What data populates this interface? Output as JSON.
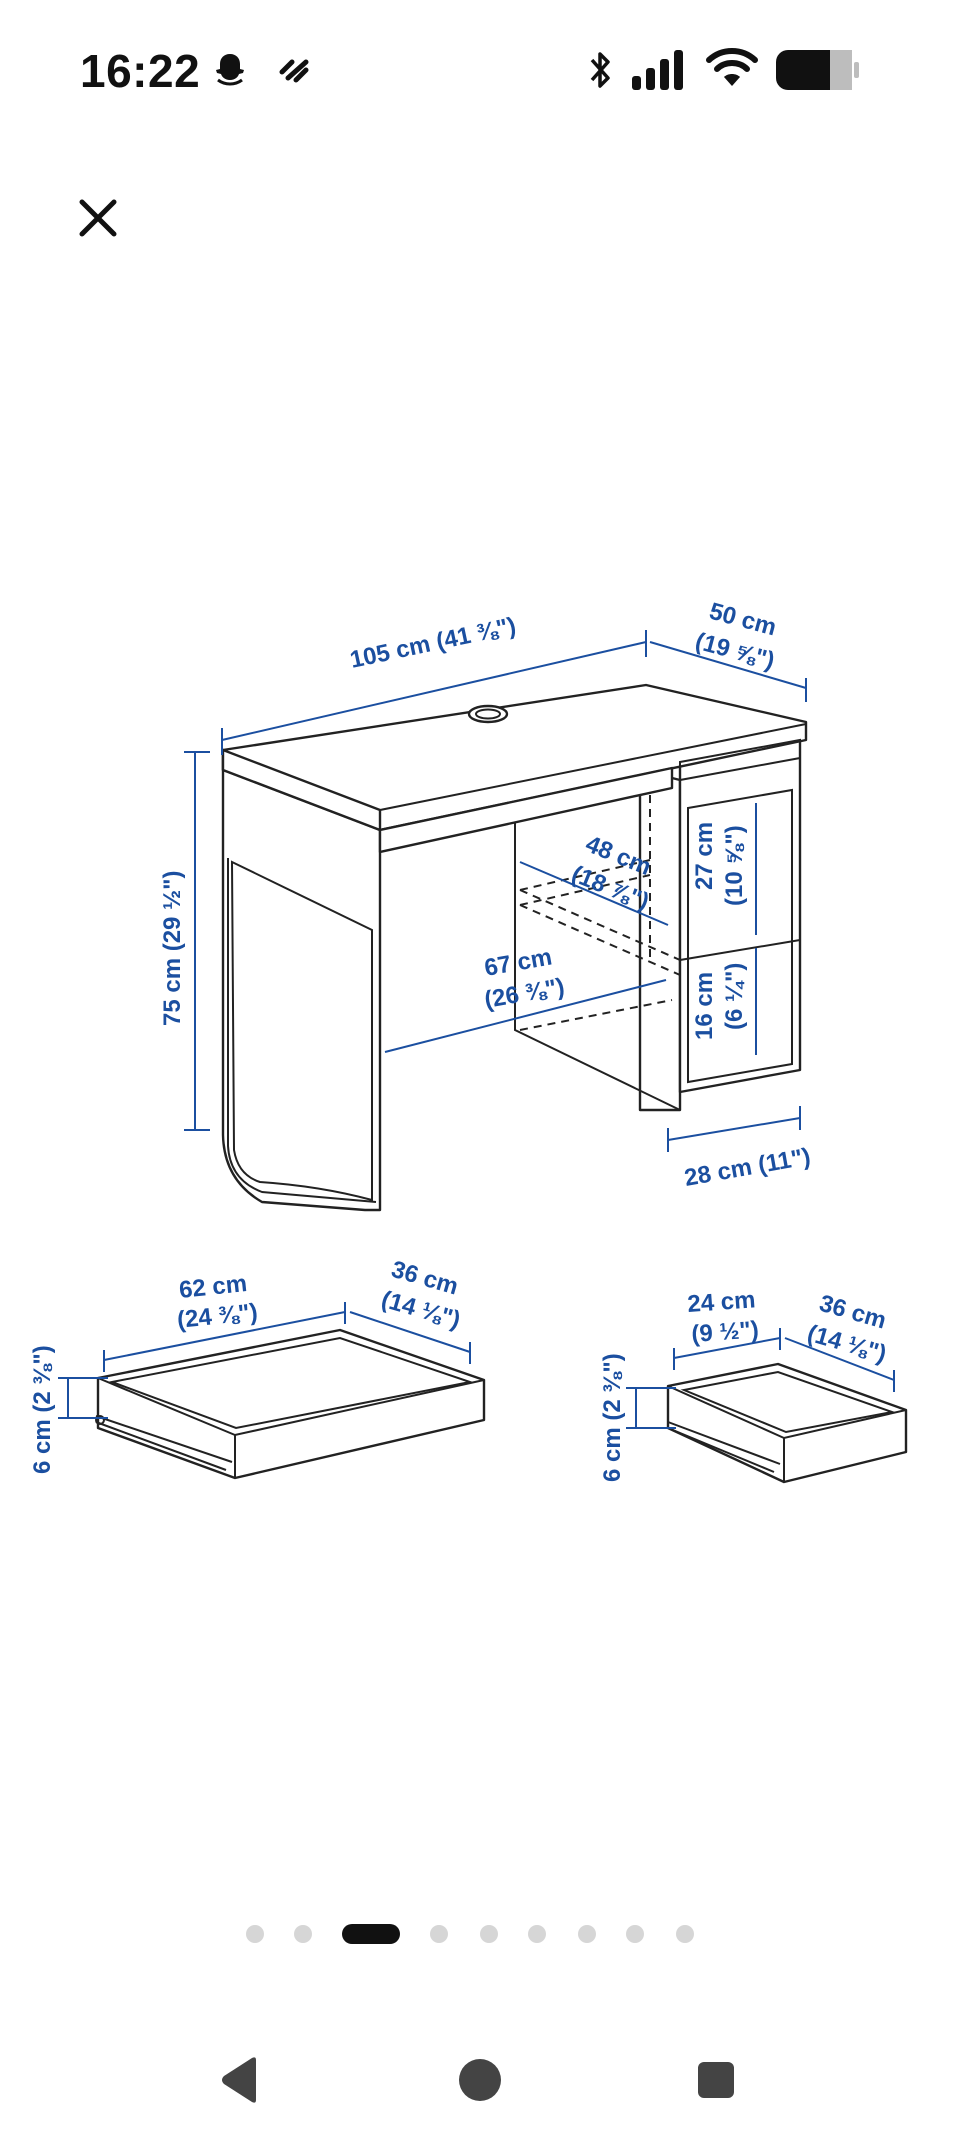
{
  "status_bar": {
    "time": "16:22",
    "icons": [
      "snapchat-icon",
      "app-notification-icon",
      "bluetooth-icon",
      "signal-icon",
      "wifi-icon",
      "battery-icon"
    ]
  },
  "close": {
    "icon": "close-icon"
  },
  "diagram": {
    "desk": {
      "width": "105 cm (41 ⅜\")",
      "depth_1": "50 cm",
      "depth_2": "(19 ⅝\")",
      "height": "75 cm (29 ½\")",
      "shelf_depth_1": "48 cm",
      "shelf_depth_2": "(18 ⅞\")",
      "leg_space_1": "67 cm",
      "leg_space_2": "(26 ⅜\")",
      "cabinet_upper_1": "27 cm",
      "cabinet_upper_2": "(10 ⅝\")",
      "cabinet_lower_1": "16 cm",
      "cabinet_lower_2": "(6 ¼\")",
      "cabinet_width": "28 cm (11\")"
    },
    "drawer_large": {
      "width_1": "62 cm",
      "width_2": "(24 ⅜\")",
      "depth_1": "36 cm",
      "depth_2": "(14 ⅛\")",
      "height": "6 cm (2 ⅜\")"
    },
    "drawer_small": {
      "width_1": "24 cm",
      "width_2": "(9 ½\")",
      "depth_1": "36 cm",
      "depth_2": "(14 ⅛\")",
      "height": "6 cm (2 ⅜\")"
    }
  },
  "pagination": {
    "total": 9,
    "active_index": 2
  },
  "nav_bar": {
    "icons": [
      "back-icon",
      "home-icon",
      "recents-icon"
    ]
  },
  "colors": {
    "dimension_blue": "#1b4fa0",
    "active_dot": "#111111",
    "inactive_dot": "#d6d6d6"
  }
}
